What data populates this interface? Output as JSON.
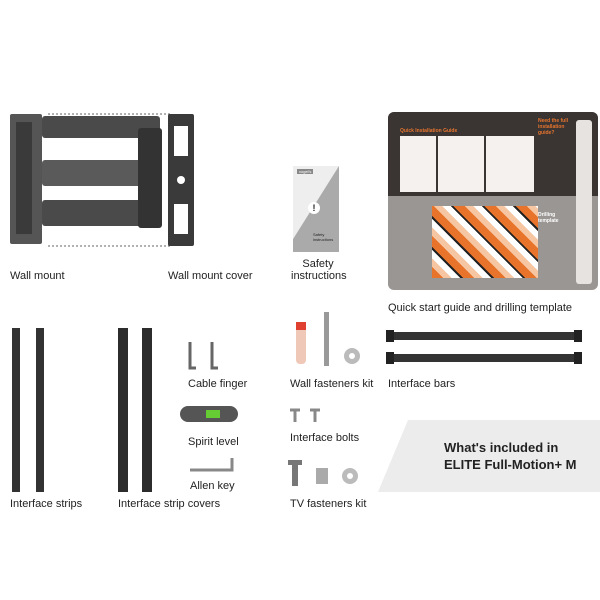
{
  "items": {
    "wall_mount": "Wall mount",
    "wall_mount_cover": "Wall mount cover",
    "safety_instructions_line1": "Safety",
    "safety_instructions_line2": "instructions",
    "quick_start": "Quick start guide and drilling template",
    "interface_strips": "Interface strips",
    "interface_strip_covers": "Interface strip covers",
    "cable_finger": "Cable finger",
    "spirit_level": "Spirit level",
    "allen_key": "Allen key",
    "wall_fasteners_kit": "Wall fasteners kit",
    "interface_bars": "Interface bars",
    "interface_bolts": "Interface bolts",
    "tv_fasteners_kit": "TV fasteners kit"
  },
  "guide": {
    "title": "Quick Installation Guide",
    "full_guide": "Need the full installation guide?",
    "drilling": "Drilling template"
  },
  "booklet": {
    "brand": "vogel's",
    "title": "Safety instructions"
  },
  "banner": {
    "line1": "What's included in",
    "line2": "ELITE Full-Motion+ M"
  },
  "colors": {
    "accent": "#e8742c",
    "dark": "#3a3533",
    "banner": "#ececec"
  }
}
